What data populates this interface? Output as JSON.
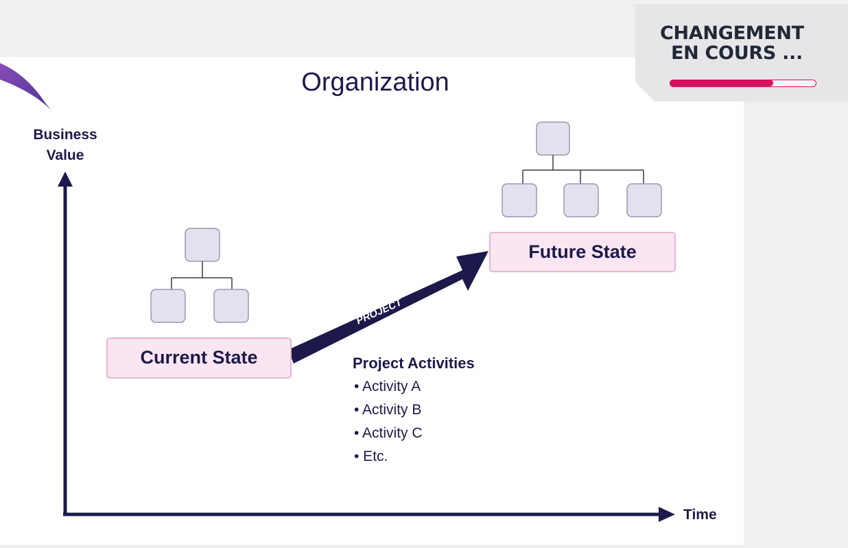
{
  "diagram": {
    "title": "Organization",
    "y_axis_label_line1": "Business",
    "y_axis_label_line2": "Value",
    "x_axis_label": "Time",
    "current_state_label": "Current State",
    "future_state_label": "Future State",
    "arrow_label": "PROJECT",
    "activities_heading": "Project Activities",
    "activities": [
      "• Activity A",
      "• Activity B",
      "• Activity C",
      "• Etc."
    ]
  },
  "badge": {
    "line1": "CHANGEMENT",
    "line2": "EN COURS ...",
    "progress_fraction": 0.71
  },
  "colors": {
    "navy": "#1c1a4a",
    "state_fill": "#f9e6f2",
    "state_border": "#e3b7cf",
    "box_fill": "#e2e2ee",
    "box_border": "#9a98b0",
    "accent": "#d6135f",
    "swoosh": "#6a3fa0"
  }
}
